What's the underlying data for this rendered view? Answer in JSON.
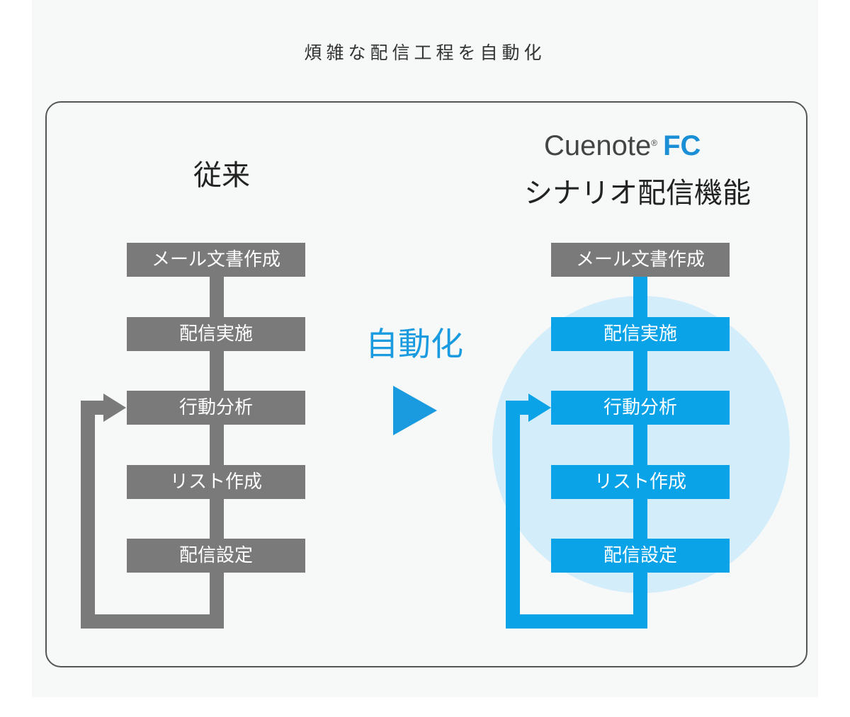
{
  "title": "煩雑な配信工程を自動化",
  "left": {
    "heading": "従来",
    "steps": [
      "メール文書作成",
      "配信実施",
      "行動分析",
      "リスト作成",
      "配信設定"
    ]
  },
  "center": {
    "label": "自動化"
  },
  "right": {
    "logo": {
      "brand": "Cuenote",
      "suffix": "FC",
      "reg_mark": "®"
    },
    "heading": "シナリオ配信機能",
    "steps": [
      "メール文書作成",
      "配信実施",
      "行動分析",
      "リスト作成",
      "配信設定"
    ]
  },
  "colors": {
    "gray": "#7a7a7a",
    "blue": "#0aa3e8",
    "highlight_circle": "#d3eefa",
    "accent_text": "#1a9be0"
  }
}
